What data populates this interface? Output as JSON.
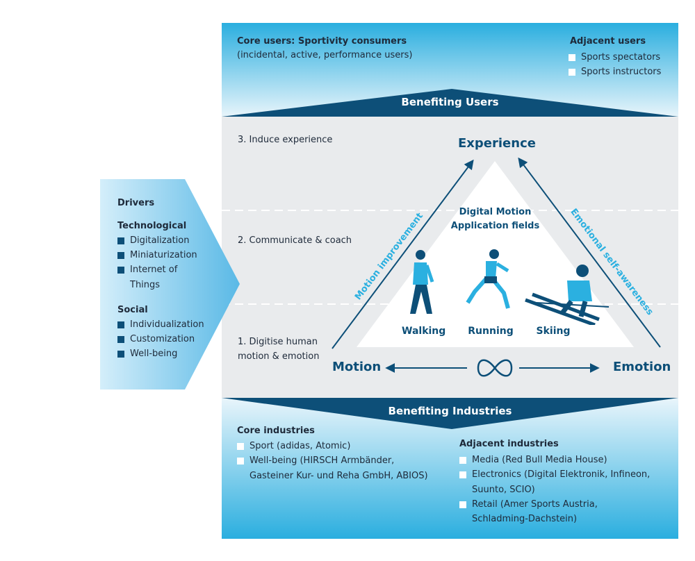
{
  "users": {
    "core_title": "Core users: Sportivity consumers",
    "core_sub": "(incidental, active, performance users)",
    "adjacent_title": "Adjacent users",
    "adjacent_items": [
      "Sports spectators",
      "Sports instructors"
    ],
    "banner": "Benefiting Users"
  },
  "levels": {
    "l3": "3. Induce experience",
    "l2": "2. Communicate & coach",
    "l1_line1": "1. Digitise human",
    "l1_line2": "motion & emotion"
  },
  "triangle": {
    "top": "Experience",
    "left": "Motion",
    "right": "Emotion",
    "left_edge": "Motion improvement",
    "right_edge": "Emotional self-awareness",
    "center_line1": "Digital Motion",
    "center_line2": "Application fields",
    "activities": [
      "Walking",
      "Running",
      "Skiing"
    ]
  },
  "drivers": {
    "title": "Drivers",
    "tech_title": "Technological",
    "tech_items": [
      "Digitalization",
      "Miniaturization",
      "Internet of",
      "Things"
    ],
    "social_title": "Social",
    "social_items": [
      "Individualization",
      "Customization",
      "Well-being"
    ]
  },
  "industries": {
    "banner": "Benefiting Industries",
    "core_title": "Core industries",
    "core_items": [
      "Sport (adidas, Atomic)",
      "Well-being (HIRSCH Armbänder,",
      "Gasteiner Kur- und Reha GmbH, ABIOS)"
    ],
    "adjacent_title": "Adjacent industries",
    "adjacent_items": [
      "Media (Red Bull Media House)",
      "Electronics (Digital Elektronik, Infineon,",
      "Suunto, SCIO)",
      "Retail (Amer Sports Austria,",
      "Schladming-Dachstein)"
    ]
  },
  "colors": {
    "dark_blue": "#0d4f78",
    "light_blue": "#6cc3e8",
    "bright_blue": "#2bb0e0",
    "grey_panel": "#e9ebed"
  }
}
